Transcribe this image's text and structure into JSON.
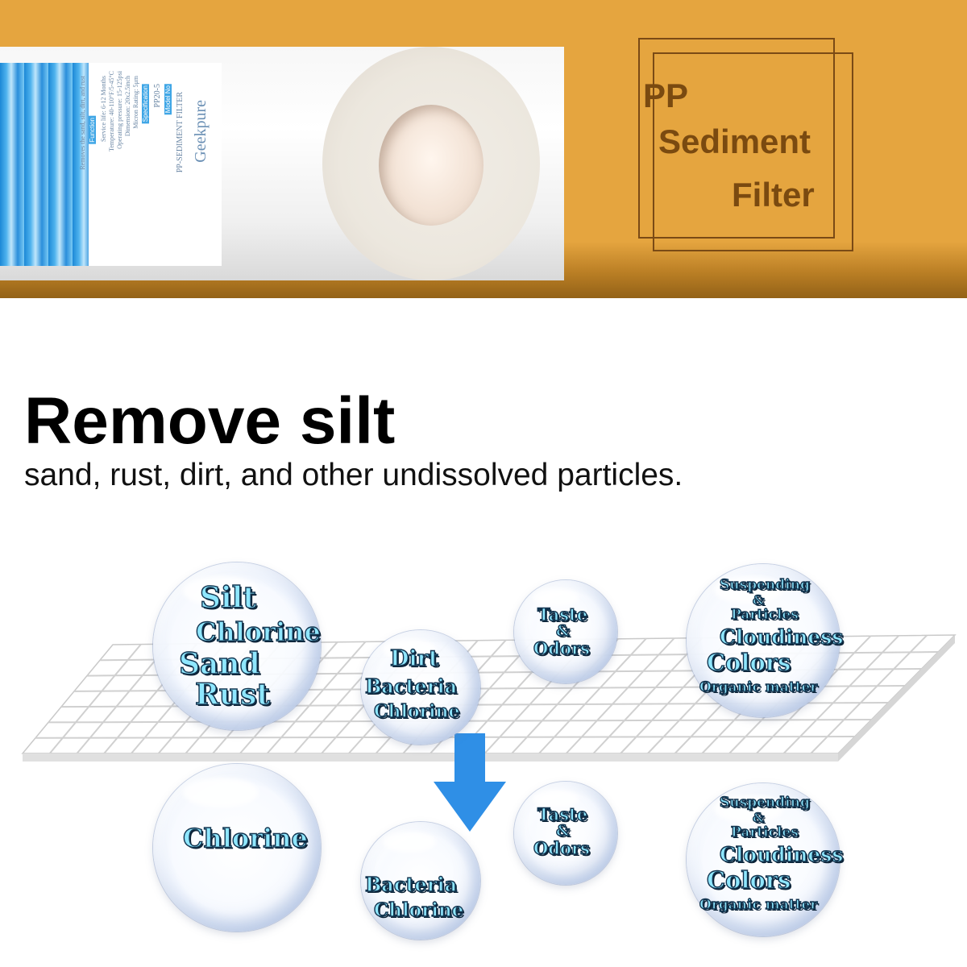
{
  "banner": {
    "background_color": "#e5a53f",
    "badge": {
      "line1": "PP",
      "line2": "Sediment",
      "line3": "Filter",
      "color": "#7a4a10"
    },
    "label": {
      "brand": "Geekpure",
      "product": "PP-SEDIMENT FILTER",
      "model_heading": "Model No",
      "model_value": "PP20-5",
      "spec_heading": "Specification",
      "spec_line1": "Micron Rating: 5μm",
      "spec_line2": "Dimension: 20x2.5inch",
      "spec_line3": "Operating pressure: 15-125psi",
      "spec_line4": "Temperature: 40-110°F/5-45°C",
      "spec_line5": "Service life: 6-12 Months",
      "function_heading": "Function",
      "function_text": "Removes the sand, silt, dirt, and rust"
    }
  },
  "headline": "Remove silt",
  "subline": "sand, rust, dirt, and other undissolved particles.",
  "bubbles_before": [
    {
      "lines": [
        "Silt",
        "Chlorine",
        "Sand",
        "Rust"
      ]
    },
    {
      "lines": [
        "Dirt",
        "Bacteria",
        "Chlorine"
      ]
    },
    {
      "lines": [
        "Taste",
        "&",
        "Odors"
      ]
    },
    {
      "lines": [
        "Suspending",
        "&",
        "Particles",
        "Cloudiness",
        "Colors",
        "Organic matter"
      ]
    }
  ],
  "bubbles_after": [
    {
      "lines": [
        "Chlorine"
      ]
    },
    {
      "lines": [
        "Bacteria",
        "Chlorine"
      ]
    },
    {
      "lines": [
        "Taste",
        "&",
        "Odors"
      ]
    },
    {
      "lines": [
        "Suspending",
        "&",
        "Particles",
        "Cloudiness",
        "Colors",
        "Organic matter"
      ]
    }
  ],
  "colors": {
    "arrow": "#2f8fe6",
    "bubble_text": "#8fe7ff",
    "mesh": "#d0d0d0"
  },
  "icons": {
    "flow": "down-arrow-icon"
  }
}
